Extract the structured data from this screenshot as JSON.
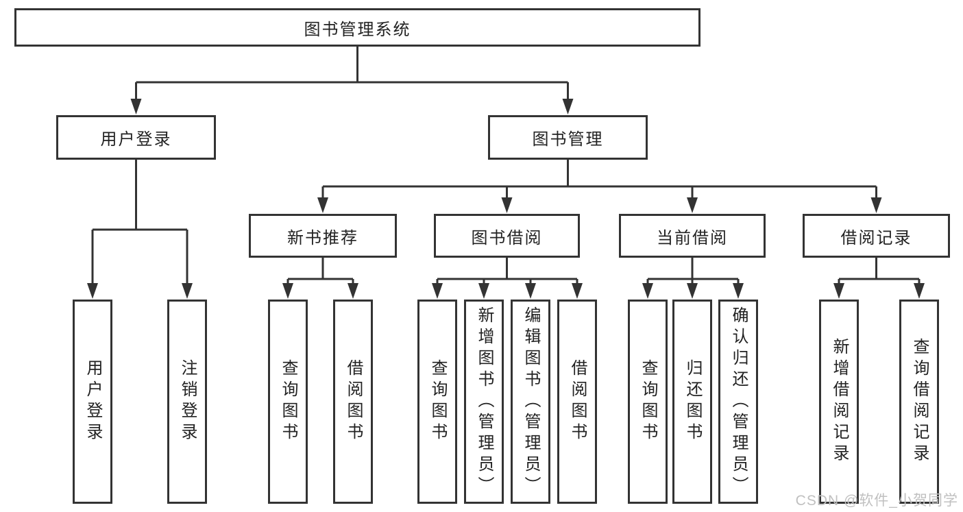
{
  "diagram_type": "hierarchy-tree",
  "root": {
    "label": "图书管理系统"
  },
  "level1": {
    "user_login": {
      "label": "用户登录"
    },
    "book_mgmt": {
      "label": "图书管理"
    }
  },
  "level2": {
    "new_book_rec": {
      "label": "新书推荐"
    },
    "book_borrow": {
      "label": "图书借阅"
    },
    "current_borrow": {
      "label": "当前借阅"
    },
    "borrow_record": {
      "label": "借阅记录"
    }
  },
  "leaves": {
    "user_login_leaf": {
      "label": "用户登录"
    },
    "logout": {
      "label": "注销登录"
    },
    "query_book_1": {
      "label": "查询图书"
    },
    "borrow_book_1": {
      "label": "借阅图书"
    },
    "query_book_2": {
      "label": "查询图书"
    },
    "add_book": {
      "label": "新增图书（管理员）"
    },
    "edit_book": {
      "label": "编辑图书（管理员）"
    },
    "borrow_book_2": {
      "label": "借阅图书"
    },
    "query_book_3": {
      "label": "查询图书"
    },
    "return_book": {
      "label": "归还图书"
    },
    "confirm_return": {
      "label": "确认归还（管理员）"
    },
    "add_borrow_record": {
      "label": "新增借阅记录"
    },
    "query_borrow_record": {
      "label": "查询借阅记录"
    }
  },
  "colors": {
    "line": "#333333",
    "text": "#222222",
    "watermark": "#c0c0c0",
    "background": "#ffffff"
  },
  "watermark": "CSDN @软件_小贺同学"
}
